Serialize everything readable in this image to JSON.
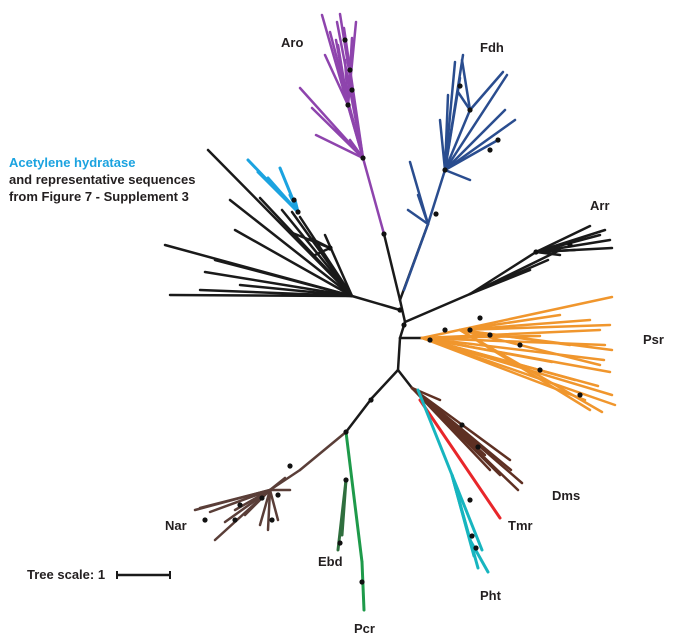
{
  "figure": {
    "annotation": {
      "title": "Acetylene hydratase",
      "line2": "and representative sequences",
      "line3": "from Figure 7 - Supplement 3"
    },
    "scale_bar": {
      "label": "Tree scale: 1"
    },
    "colors": {
      "backbone": "#1a1a1a",
      "Aro": "#8e44ad",
      "Fdh": "#2a4d8f",
      "Acetylene hydratase": "#1ba3e0",
      "Arr": "#1a1a1a",
      "Psr": "#f0962d",
      "Dms": "#5e3023",
      "Tmr": "#e8262a",
      "Pht": "#17b5bf",
      "Pcr": "#1e9a4a",
      "Ebd": "#2f6f3e",
      "Nar": "#5a3e38"
    },
    "clades": [
      {
        "name": "Aro"
      },
      {
        "name": "Fdh"
      },
      {
        "name": "Arr"
      },
      {
        "name": "Psr"
      },
      {
        "name": "Dms"
      },
      {
        "name": "Tmr"
      },
      {
        "name": "Pht"
      },
      {
        "name": "Pcr"
      },
      {
        "name": "Ebd"
      },
      {
        "name": "Nar"
      }
    ]
  }
}
